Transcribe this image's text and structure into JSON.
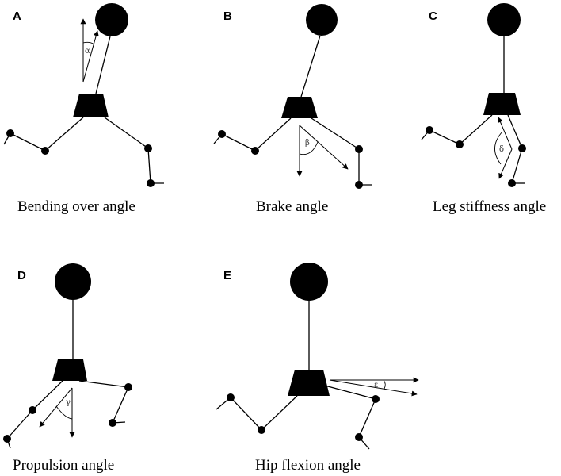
{
  "panels": [
    {
      "letter": "A",
      "caption": "Bending over angle",
      "symbol": "α"
    },
    {
      "letter": "B",
      "caption": "Brake angle",
      "symbol": "β"
    },
    {
      "letter": "C",
      "caption": "Leg stiffness angle",
      "symbol": "δ"
    },
    {
      "letter": "D",
      "caption": "Propulsion angle",
      "symbol": "γ"
    },
    {
      "letter": "E",
      "caption": "Hip flexion angle",
      "symbol": "ε"
    }
  ]
}
